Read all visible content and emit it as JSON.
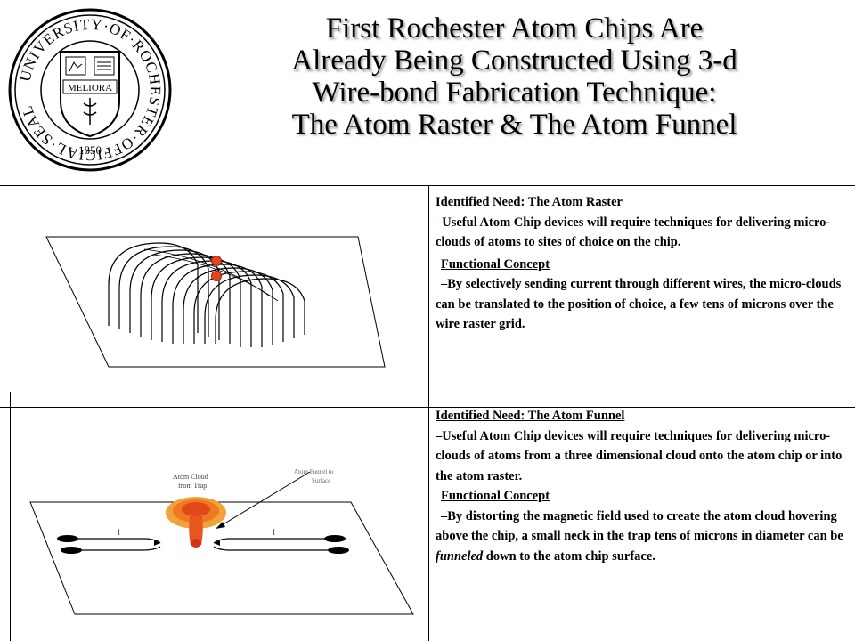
{
  "seal": {
    "ring_text": "UNIVERSITY·OF·ROCHESTER·OFFICIAL·SEAL",
    "motto": "MELIORA",
    "year": "1850"
  },
  "title": {
    "lines": [
      "First Rochester Atom Chips Are",
      "Already Being Constructed Using 3-d",
      "Wire-bond Fabrication Technique:",
      "The Atom Raster & The Atom Funnel"
    ]
  },
  "raster": {
    "need_heading": "Identified Need: The Atom Raster",
    "need_text": "–Useful Atom Chip devices will require techniques for delivering micro-clouds of atoms to sites of choice on the chip.",
    "concept_heading": "Functional Concept",
    "concept_text": "–By selectively sending current through different wires, the micro-clouds can be translated to the position of choice, a few tens of microns over the wire raster grid."
  },
  "funnel": {
    "need_heading": "Identified Need: The Atom Funnel",
    "need_text": "–Useful Atom Chip devices will require techniques for delivering micro-clouds of atoms from a three dimensional cloud onto the atom chip or into the atom raster.",
    "concept_heading": "Functional Concept",
    "concept_text_a": "–By distorting the magnetic field used to create the atom cloud  hovering above the chip, a small neck in the trap tens of microns in diameter can be ",
    "concept_text_em": "funneled",
    "concept_text_b": " down to the atom chip surface.",
    "diagram": {
      "cloud_label_1": "Atom Cloud",
      "cloud_label_2": "from Trap",
      "funnel_label_1": "Atom Funnel to",
      "funnel_label_2": "Surface",
      "current_left": "I",
      "current_right": "I"
    }
  },
  "colors": {
    "atom_red": "#e8421e",
    "cloud_orange": "#f07820",
    "title_shadow": "#9a9a9a"
  }
}
